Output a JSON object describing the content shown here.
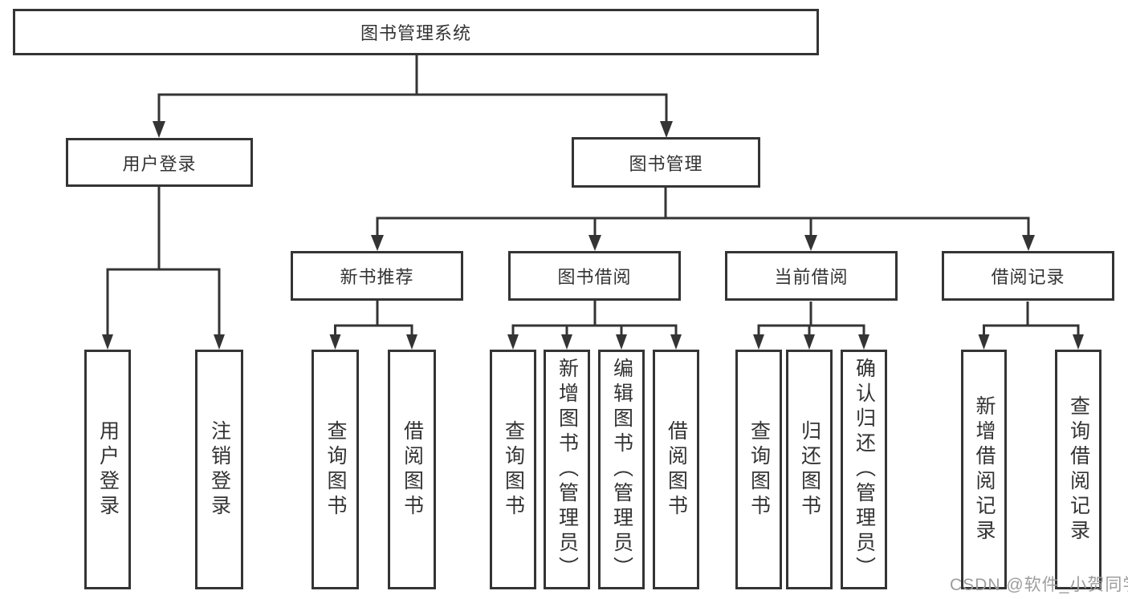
{
  "diagram": {
    "root": {
      "label": "图书管理系统"
    },
    "login": {
      "label": "用户登录",
      "children": [
        {
          "label": "用户登录"
        },
        {
          "label": "注销登录"
        }
      ]
    },
    "management": {
      "label": "图书管理",
      "groups": [
        {
          "label": "新书推荐",
          "children": [
            {
              "label": "查询图书"
            },
            {
              "label": "借阅图书"
            }
          ]
        },
        {
          "label": "图书借阅",
          "children": [
            {
              "label": "查询图书"
            },
            {
              "label": "新增图书（管理员）"
            },
            {
              "label": "编辑图书（管理员）"
            },
            {
              "label": "借阅图书"
            }
          ]
        },
        {
          "label": "当前借阅",
          "children": [
            {
              "label": "查询图书"
            },
            {
              "label": "归还图书"
            },
            {
              "label": "确认归还（管理员）"
            }
          ]
        },
        {
          "label": "借阅记录",
          "children": [
            {
              "label": "新增借阅记录"
            },
            {
              "label": "查询借阅记录"
            }
          ]
        }
      ]
    },
    "colors": {
      "line": "#343434",
      "text": "#333333",
      "watermark": "#9d9d9d"
    },
    "watermark": {
      "text": "CSDN @软件_小贺同学"
    }
  }
}
